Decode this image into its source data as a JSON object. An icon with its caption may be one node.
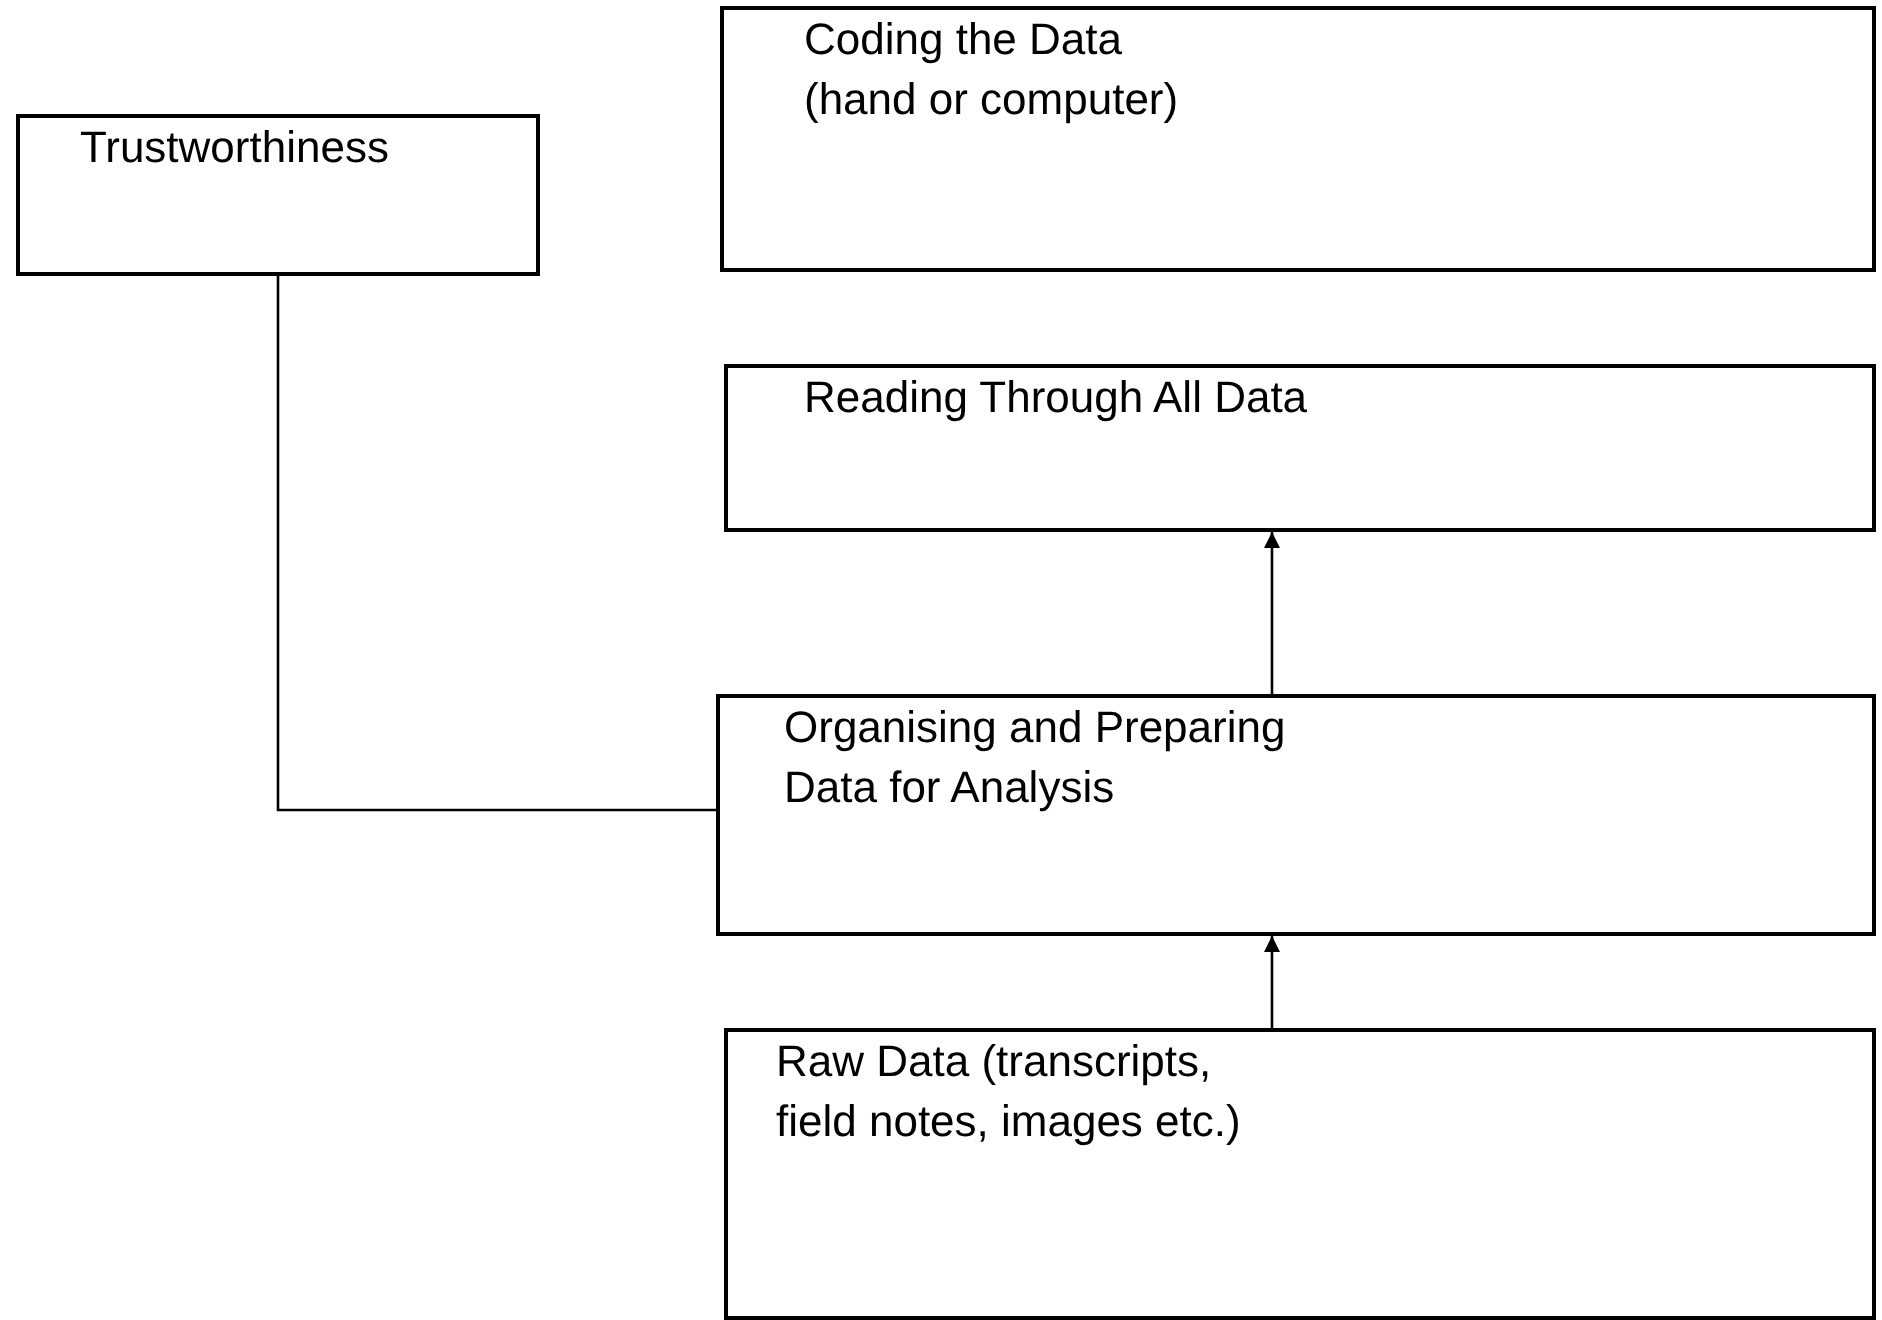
{
  "diagram": {
    "nodes": [
      {
        "text": [
          "Trustworthiness"
        ]
      },
      {
        "text": [
          "Coding the Data (hand or computer)"
        ]
      },
      {
        "text": [
          "Reading Through All Data"
        ]
      },
      {
        "text": [
          "Organising and Preparing Data for Analysis"
        ]
      },
      {
        "text": [
          "Raw Data (transcripts, field notes, images etc.)"
        ]
      }
    ],
    "edges": [
      {
        "from": 3,
        "to": 2,
        "arrow": "to"
      },
      {
        "from": 4,
        "to": 3,
        "arrow": "to"
      },
      {
        "from": 0,
        "to": 3,
        "arrow": "none"
      }
    ]
  }
}
